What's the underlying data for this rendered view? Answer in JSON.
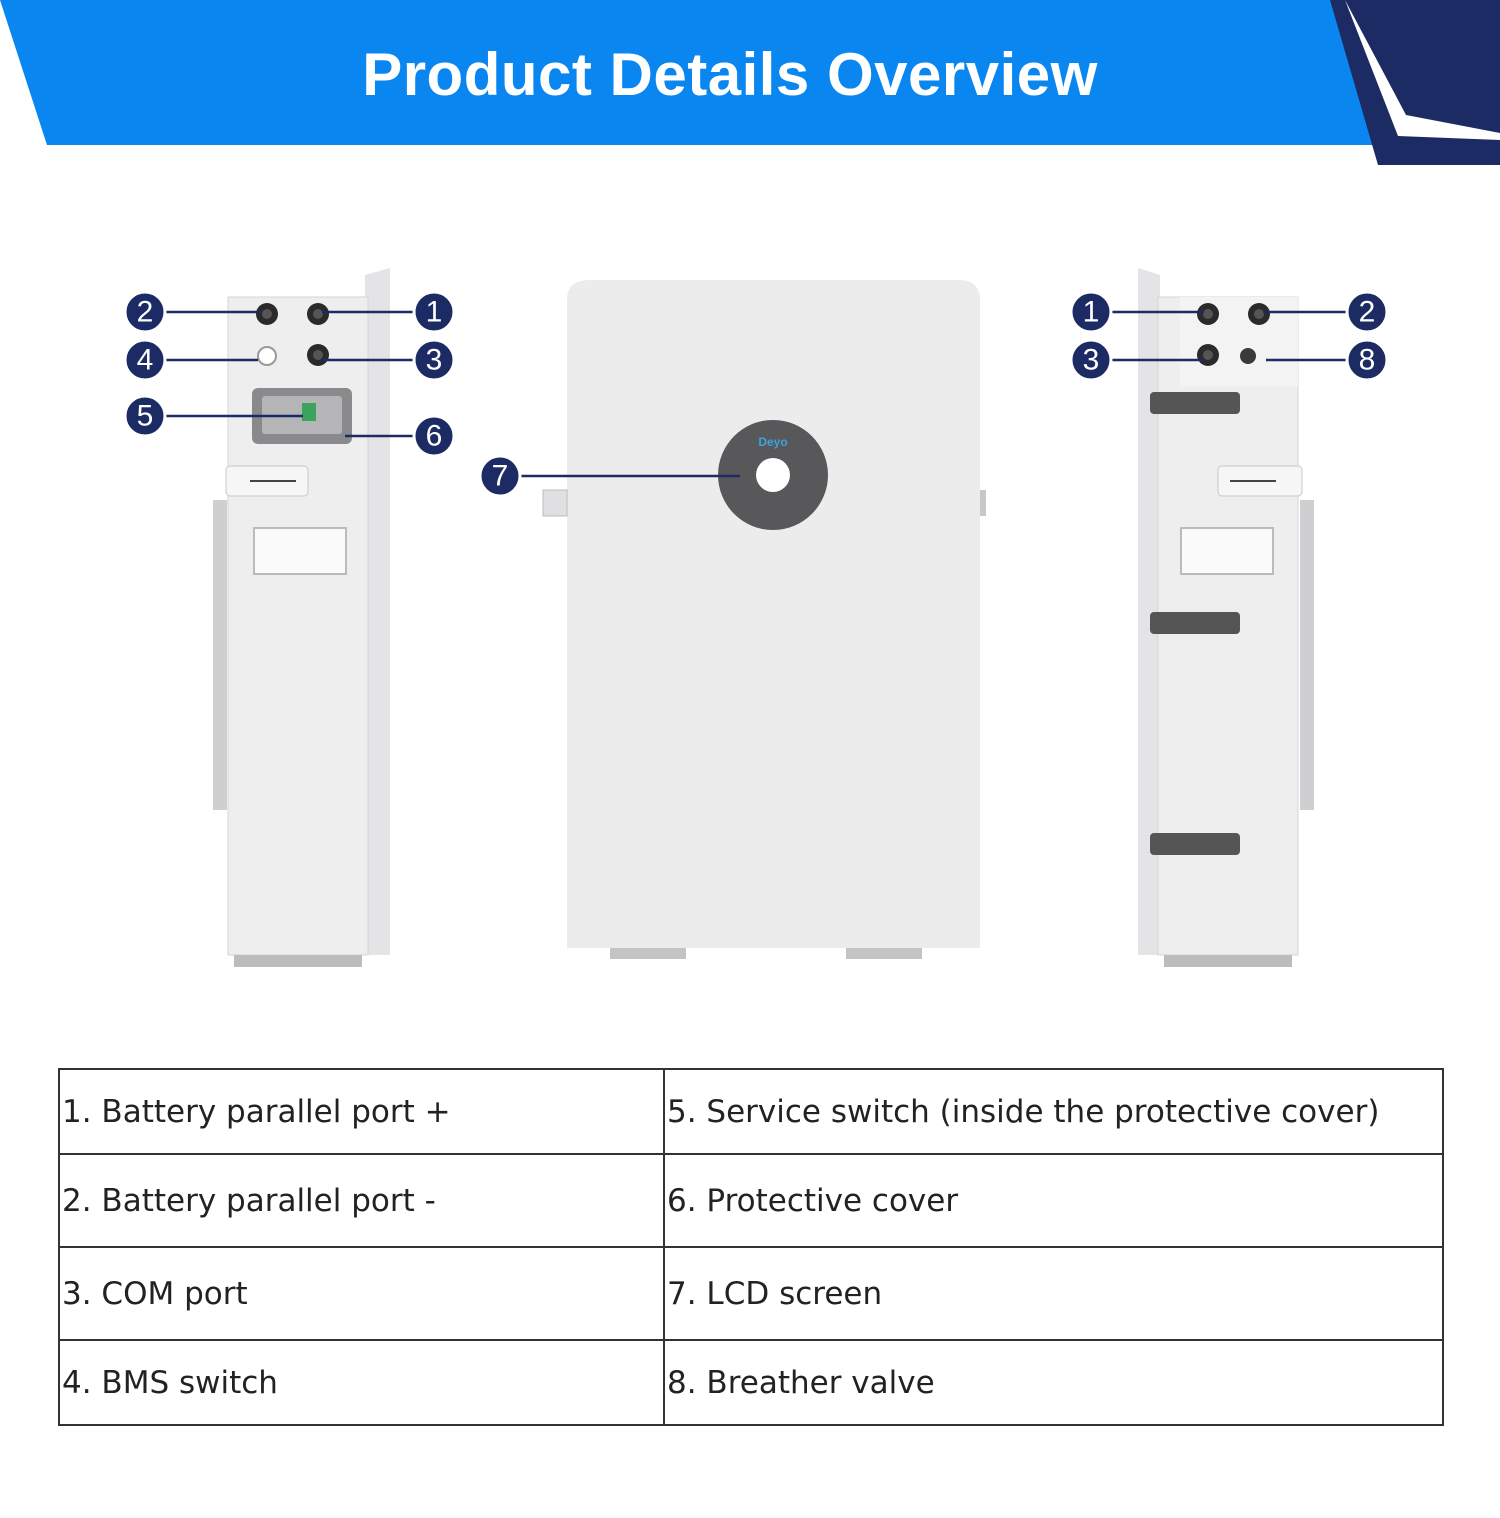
{
  "header": {
    "title": "Product Details Overview"
  },
  "colors": {
    "banner_blue": "#0A86F0",
    "navy": "#1C2B63",
    "callout": "#1C2B63"
  },
  "product": {
    "brand_logo": "Deyo"
  },
  "callouts": {
    "left_view": [
      "2",
      "1",
      "4",
      "3",
      "5",
      "6"
    ],
    "front_view": [
      "7"
    ],
    "right_view": [
      "1",
      "2",
      "3",
      "8"
    ]
  },
  "legend": {
    "rows": [
      [
        "1. Battery parallel port +",
        "5. Service switch (inside the protective cover)"
      ],
      [
        "2. Battery parallel port -",
        "6. Protective cover"
      ],
      [
        "3. COM port",
        "7. LCD screen"
      ],
      [
        "4. BMS switch",
        "8. Breather valve"
      ]
    ]
  }
}
